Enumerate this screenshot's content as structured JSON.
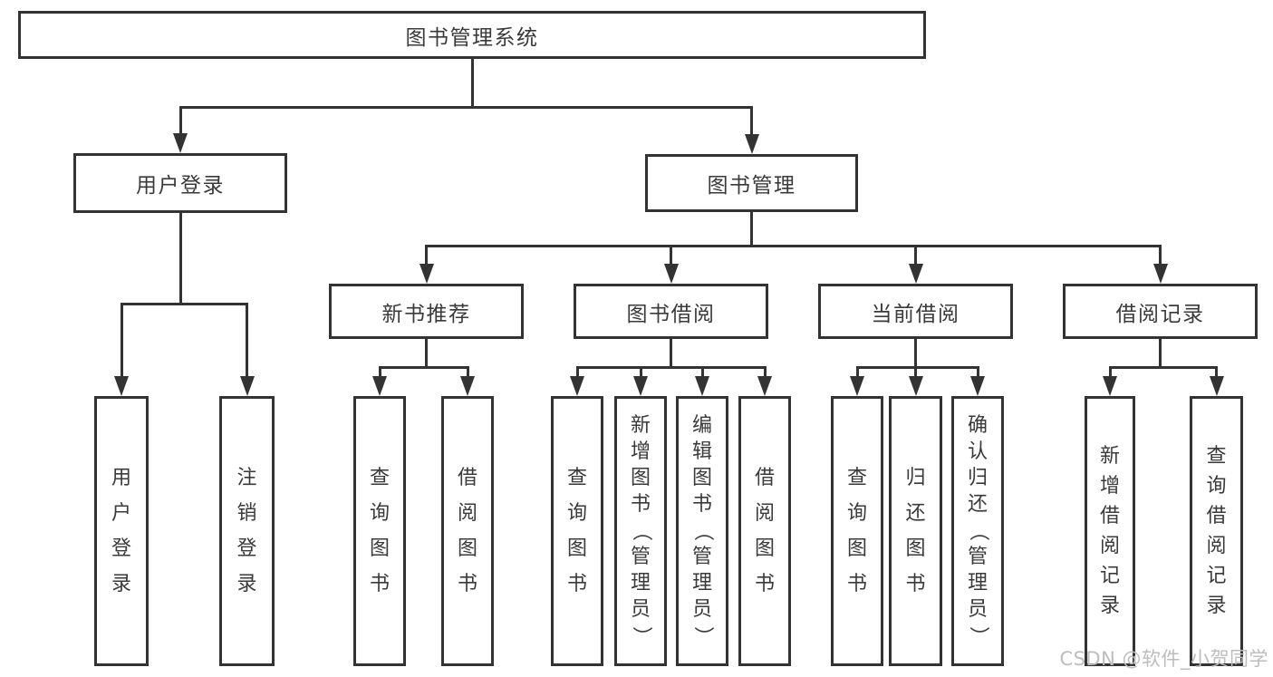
{
  "page": {
    "background": "#ffffff"
  },
  "diagram": {
    "type": "tree",
    "line_color": "#333333",
    "text_color": "#3a3a3a",
    "box_background": "#ffffff",
    "nodes": [
      {
        "id": "root",
        "label": "图书管理系统"
      },
      {
        "id": "user-login",
        "label": "用户登录"
      },
      {
        "id": "book-mgmt",
        "label": "图书管理"
      },
      {
        "id": "new-book-rec",
        "label": "新书推荐"
      },
      {
        "id": "book-borrow",
        "label": "图书借阅"
      },
      {
        "id": "current-borrow",
        "label": "当前借阅"
      },
      {
        "id": "borrow-records",
        "label": "借阅记录"
      },
      {
        "id": "leaf-user-login",
        "label": "用户登录"
      },
      {
        "id": "leaf-logout",
        "label": "注销登录"
      },
      {
        "id": "leaf-nb-query",
        "label": "查询图书"
      },
      {
        "id": "leaf-nb-borrow",
        "label": "借阅图书"
      },
      {
        "id": "leaf-bb-query",
        "label": "查询图书"
      },
      {
        "id": "leaf-bb-add",
        "label": "新增图书（管理员）"
      },
      {
        "id": "leaf-bb-edit",
        "label": "编辑图书（管理员）"
      },
      {
        "id": "leaf-bb-borrow",
        "label": "借阅图书"
      },
      {
        "id": "leaf-cb-query",
        "label": "查询图书"
      },
      {
        "id": "leaf-cb-return",
        "label": "归还图书"
      },
      {
        "id": "leaf-cb-confirm",
        "label": "确认归还（管理员）"
      },
      {
        "id": "leaf-br-add",
        "label": "新增借阅记录"
      },
      {
        "id": "leaf-br-query",
        "label": "查询借阅记录"
      }
    ],
    "edges": [
      {
        "parent": "root",
        "children": [
          "user-login",
          "book-mgmt"
        ]
      },
      {
        "parent": "user-login",
        "children": [
          "leaf-user-login",
          "leaf-logout"
        ]
      },
      {
        "parent": "book-mgmt",
        "children": [
          "new-book-rec",
          "book-borrow",
          "current-borrow",
          "borrow-records"
        ]
      },
      {
        "parent": "new-book-rec",
        "children": [
          "leaf-nb-query",
          "leaf-nb-borrow"
        ]
      },
      {
        "parent": "book-borrow",
        "children": [
          "leaf-bb-query",
          "leaf-bb-add",
          "leaf-bb-edit",
          "leaf-bb-borrow"
        ]
      },
      {
        "parent": "current-borrow",
        "children": [
          "leaf-cb-query",
          "leaf-cb-return",
          "leaf-cb-confirm"
        ]
      },
      {
        "parent": "borrow-records",
        "children": [
          "leaf-br-add",
          "leaf-br-query"
        ]
      }
    ]
  },
  "watermark": {
    "text": "CSDN @软件_小贺同学",
    "color": "#bdbdbd"
  }
}
